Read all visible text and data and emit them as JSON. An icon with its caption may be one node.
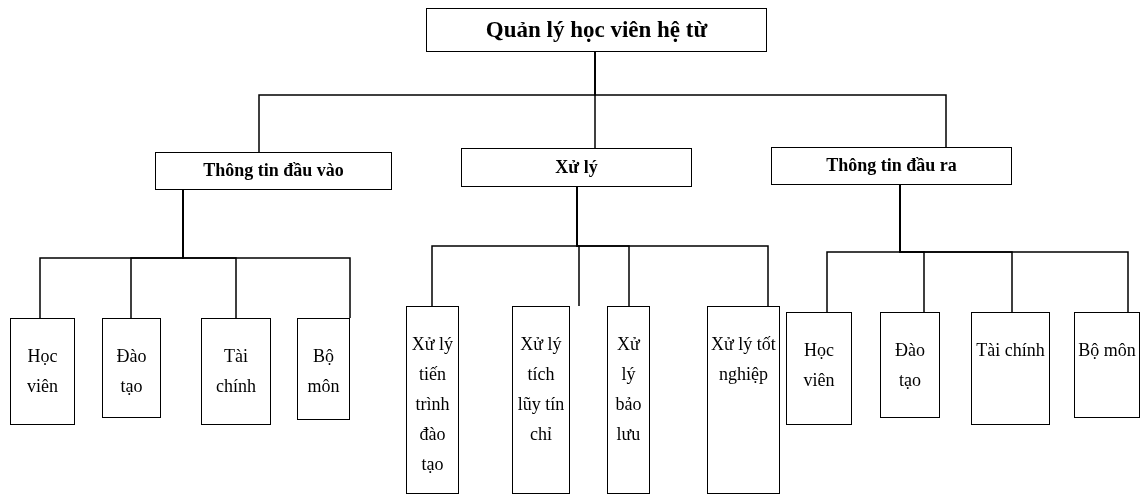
{
  "diagram": {
    "nodes": [
      {
        "text": [
          "Quản lý học viên hệ từ"
        ]
      },
      {
        "text": [
          "Thông tin đầu vào"
        ]
      },
      {
        "text": [
          "Xử lý"
        ]
      },
      {
        "text": [
          "Thông tin đầu ra"
        ]
      },
      {
        "text": [
          "Học viên"
        ]
      },
      {
        "text": [
          "Đào tạo"
        ]
      },
      {
        "text": [
          "Tài chính"
        ]
      },
      {
        "text": [
          "Bộ môn"
        ]
      },
      {
        "text": [
          "Xử lý tiến trình đào tạo"
        ]
      },
      {
        "text": [
          "Xử lý tích lũy tín chỉ"
        ]
      },
      {
        "text": [
          "Xử lý bảo lưu"
        ]
      },
      {
        "text": [
          "Xử lý tốt nghiệp"
        ]
      },
      {
        "text": [
          "Học viên"
        ]
      },
      {
        "text": [
          "Đào tạo"
        ]
      },
      {
        "text": [
          "Tài chính"
        ]
      },
      {
        "text": [
          "Bộ môn"
        ]
      }
    ],
    "edges": [
      {
        "from": 0,
        "to": 1,
        "arrow": "none"
      },
      {
        "from": 0,
        "to": 2,
        "arrow": "none"
      },
      {
        "from": 0,
        "to": 3,
        "arrow": "none"
      },
      {
        "from": 1,
        "to": 4,
        "arrow": "none"
      },
      {
        "from": 1,
        "to": 5,
        "arrow": "none"
      },
      {
        "from": 1,
        "to": 6,
        "arrow": "none"
      },
      {
        "from": 1,
        "to": 7,
        "arrow": "none"
      },
      {
        "from": 2,
        "to": 8,
        "arrow": "none"
      },
      {
        "from": 2,
        "to": 9,
        "arrow": "none"
      },
      {
        "from": 2,
        "to": 10,
        "arrow": "none"
      },
      {
        "from": 2,
        "to": 11,
        "arrow": "none"
      },
      {
        "from": 3,
        "to": 12,
        "arrow": "none"
      },
      {
        "from": 3,
        "to": 13,
        "arrow": "none"
      },
      {
        "from": 3,
        "to": 14,
        "arrow": "none"
      },
      {
        "from": 3,
        "to": 15,
        "arrow": "none"
      }
    ]
  }
}
